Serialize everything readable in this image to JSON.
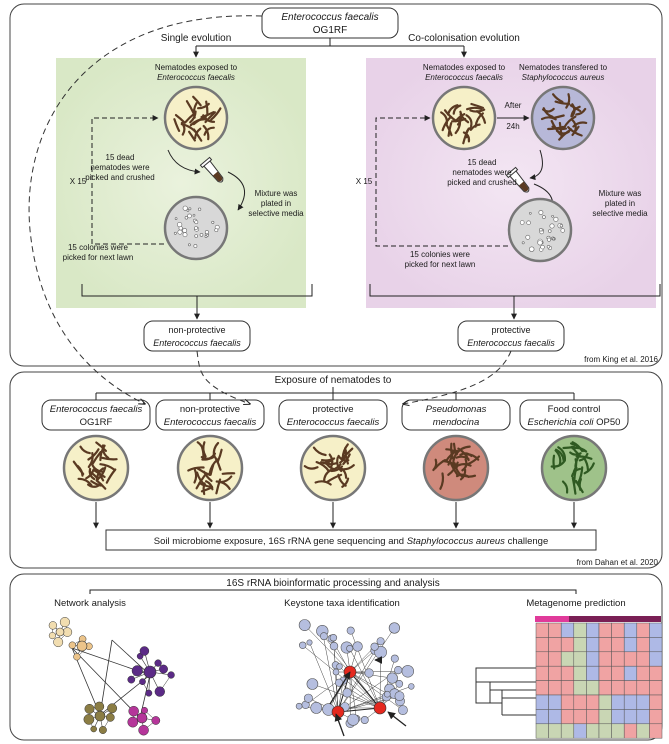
{
  "panel_a": {
    "top_box": {
      "line1": "Enterococcus faecalis",
      "line2": "OG1RF"
    },
    "left_branch": "Single evolution",
    "right_branch": "Co-colonisation evolution",
    "left_exposed": {
      "line1": "Nematodes exposed to",
      "line2": "Enterococcus faecalis"
    },
    "right_exposed": {
      "line1": "Nematodes exposed to",
      "line2": "Enterococcus faecalis"
    },
    "transferred": {
      "line1": "Nematodes transfered to",
      "line2": "Staphylococcus aureus"
    },
    "after": {
      "line1": "After",
      "line2": "24h"
    },
    "dead": {
      "line1": "15 dead",
      "line2": "nematodes were",
      "line3": "picked and crushed"
    },
    "mixture": {
      "line1": "Mixture was",
      "line2": "plated in",
      "line3": "selective media"
    },
    "colonies": {
      "line1": "15 colonies were",
      "line2": "picked for next lawn"
    },
    "repeat": "X 15",
    "result_left": {
      "line1": "non-protective",
      "line2": "Enterococcus faecalis"
    },
    "result_right": {
      "line1": "protective",
      "line2": "Enterococcus faecalis"
    },
    "citation": "from King et al. 2016"
  },
  "panel_b": {
    "title": "Exposure of nematodes to",
    "boxes": [
      {
        "line1": "Enterococcus faecalis",
        "line2": "OG1RF",
        "color": "#f6f0c8"
      },
      {
        "line1": "non-protective",
        "line2": "Enterococcus faecalis",
        "color": "#f6f0c8"
      },
      {
        "line1": "protective",
        "line2": "Enterococcus faecalis",
        "color": "#f6f0c8"
      },
      {
        "line1": "Pseudomonas",
        "line2": "mendocina",
        "color": "#cf8a7c"
      },
      {
        "line1": "Food control",
        "line2": "Escherichia coli OP50",
        "color": "#9fc28a"
      }
    ],
    "challenge": {
      "part1": "Soil microbiome exposure, 16S rRNA gene sequencing and ",
      "part2": "Staphylococcus aureus",
      "part3": " challenge"
    },
    "citation": "from Dahan et al. 2020"
  },
  "panel_c": {
    "title": "16S rRNA bioinformatic processing and analysis",
    "network_label": "Network analysis",
    "keystone_label": "Keystone taxa identification",
    "metagenome_label": "Metagenome prediction"
  },
  "colors": {
    "green_bg": "#d9e8c6",
    "pink_bg": "#e8d2e8",
    "dish_yellow": "#f6f0c8",
    "dish_blue": "#b7b8d8",
    "dish_grey": "#d8d8d8",
    "keystone_node": "#b5bedf",
    "keystone_highlight": "#e5291f",
    "heat_pink": "#f0a3a3",
    "heat_blue": "#aeb9e6",
    "heat_sage": "#c9d6b4"
  }
}
